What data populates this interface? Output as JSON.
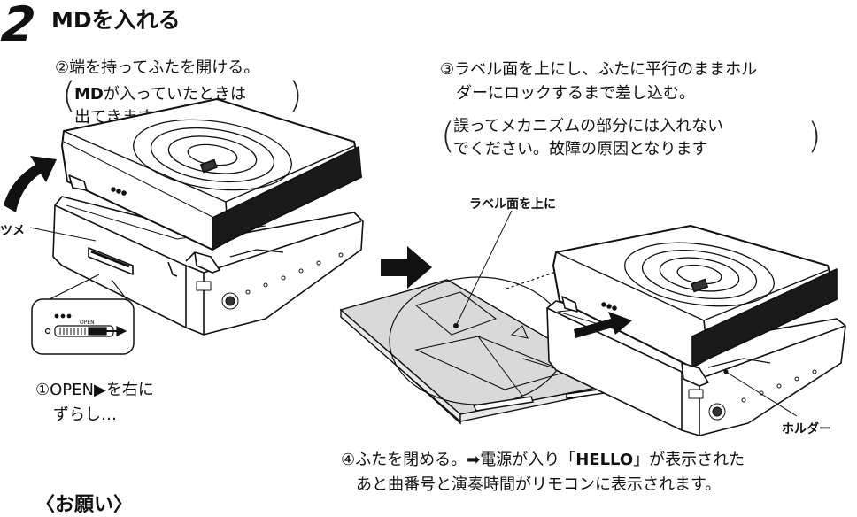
{
  "step": {
    "number": "2",
    "title": "MDを入れる"
  },
  "instructions": {
    "step2": {
      "main": "②端を持ってふたを開ける。",
      "note_bold": "MD",
      "note_line1": "が入っていたときは",
      "note_line2": "出てきます"
    },
    "step3": {
      "line1": "③ラベル面を上にし、ふたに平行のままホル",
      "line2": "ダーにロックするまで差し込む。",
      "note_line1": "誤ってメカニズムの部分には入れない",
      "note_line2": "でください。故障の原因となります"
    },
    "step1": {
      "line1": "①OPEN▶を右に",
      "line2": "ずらし…"
    },
    "step4": {
      "line1_pre": "④ふたを閉める。➡電源が入り「",
      "line1_bold": "HELLO",
      "line1_post": "」が表示された",
      "line2": "あと曲番号と演奏時間がリモコンに表示されます。"
    }
  },
  "labels": {
    "tsume": "ツメ",
    "label_side_up": "ラベル面を上に",
    "holder": "ホルダー",
    "slider_open": "OPEN"
  },
  "footer": {
    "heading": "〈お願い〉"
  },
  "colors": {
    "ink": "#111111",
    "disc_fill": "#d9d9d9",
    "device_body": "#ffffff",
    "device_dark": "#1a1a1a"
  }
}
